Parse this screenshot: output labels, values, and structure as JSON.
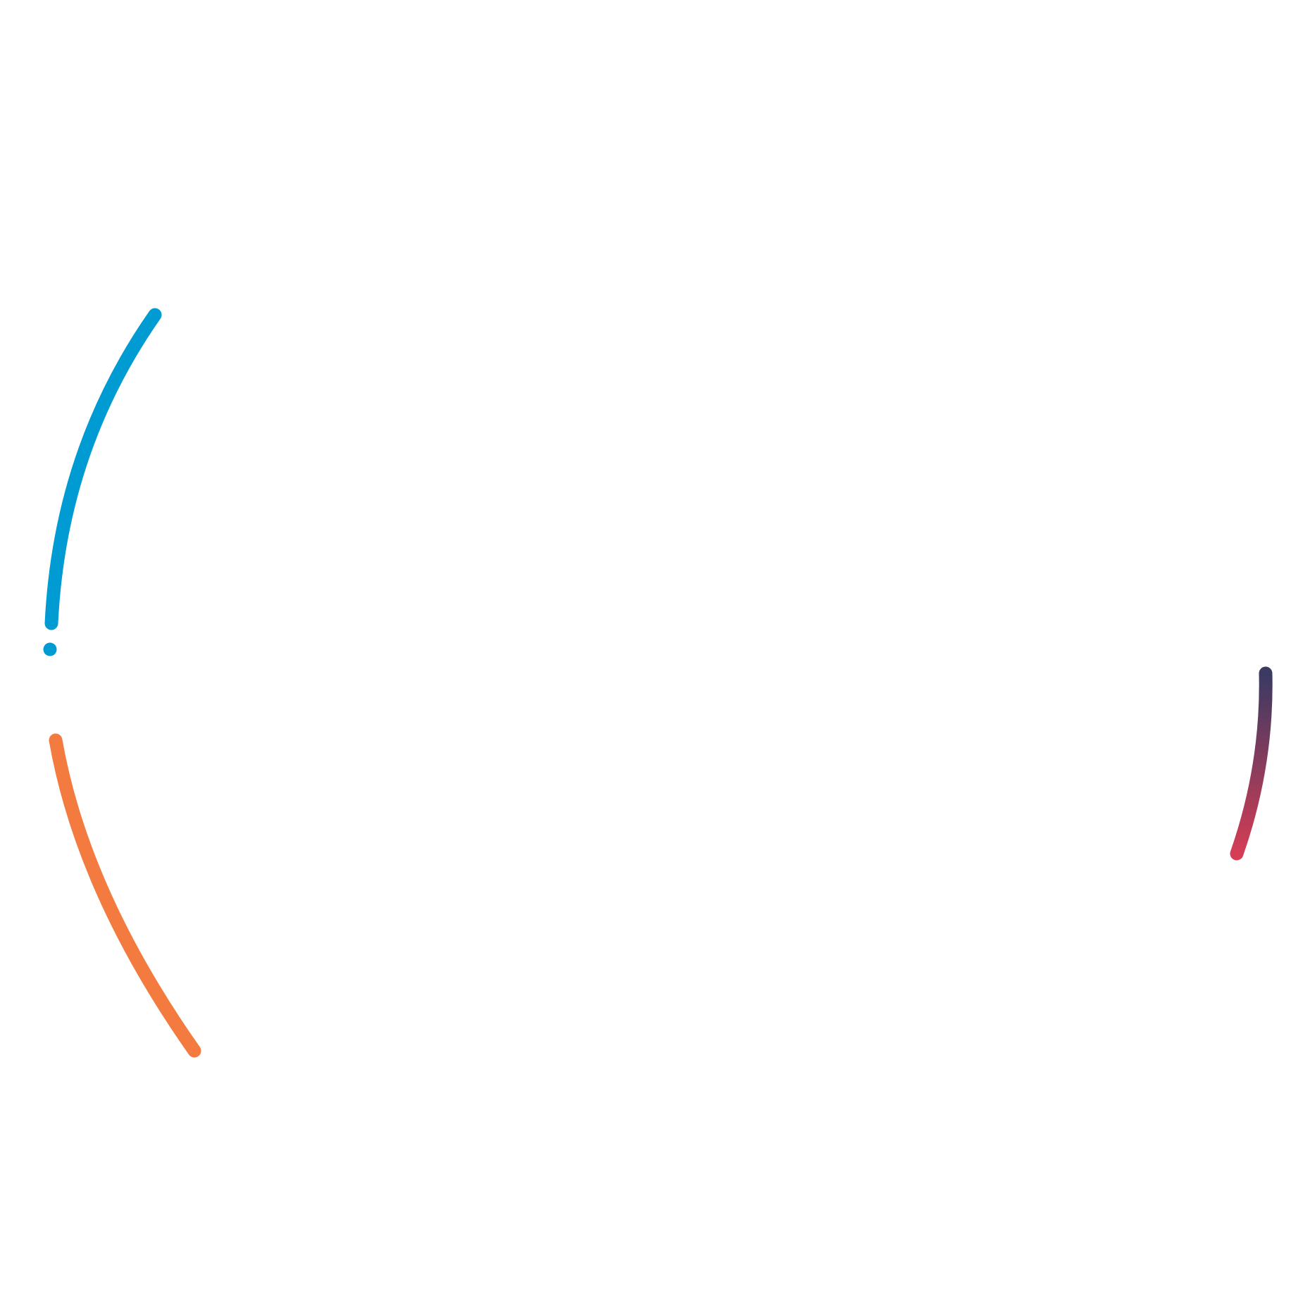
{
  "graphic": {
    "background_color": "#ffffff",
    "arcs": [
      {
        "name": "left-upper-arc",
        "color": "#009bd2"
      },
      {
        "name": "left-dot",
        "color": "#009bd2"
      },
      {
        "name": "left-lower-arc",
        "color": "#f47b3f"
      },
      {
        "name": "right-arc",
        "gradient": [
          "#3a3a63",
          "#d43d55"
        ]
      }
    ]
  }
}
